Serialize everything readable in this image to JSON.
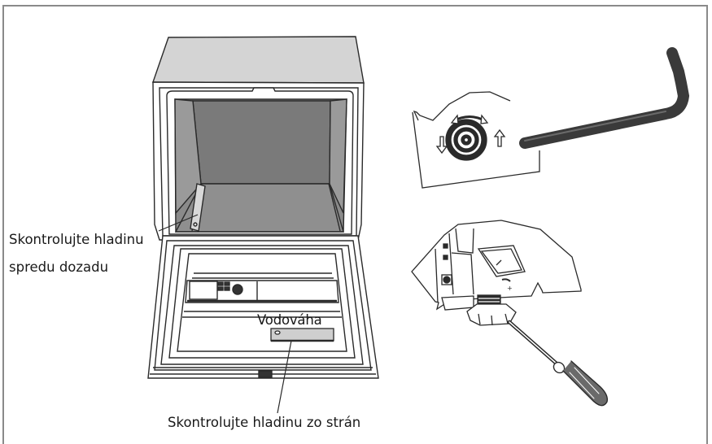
{
  "figure": {
    "title": "Dishwasher leveling instructions",
    "labels": {
      "front_back_line1": "Skontrolujte hladinu",
      "front_back_line2": "spredu dozadu",
      "spirit_level": "Vodováha",
      "sides": "Skontrolujte hladinu zo strán"
    },
    "panels": [
      {
        "id": "dishwasher",
        "description": "Open countertop dishwasher with spirit level placed on the door and on the inner left rail"
      },
      {
        "id": "hex-key-adjust",
        "description": "Rear foot adjustment with Allen (hex) key; arrows indicating up/down and rotation"
      },
      {
        "id": "screwdriver-adjust",
        "description": "Front foot adjustment with screwdriver turning the leveling foot"
      }
    ],
    "colors": {
      "frame_border": "#8a8a8a",
      "line": "#2a2a2a",
      "cabinet_top": "#d4d4d4",
      "interior_back": "#7c7c7c",
      "interior_side": "#9a9a9a",
      "interior_floor": "#8c8c8c",
      "level_bar": "#cfcfcf",
      "tool_dark": "#3a3a3a"
    }
  }
}
